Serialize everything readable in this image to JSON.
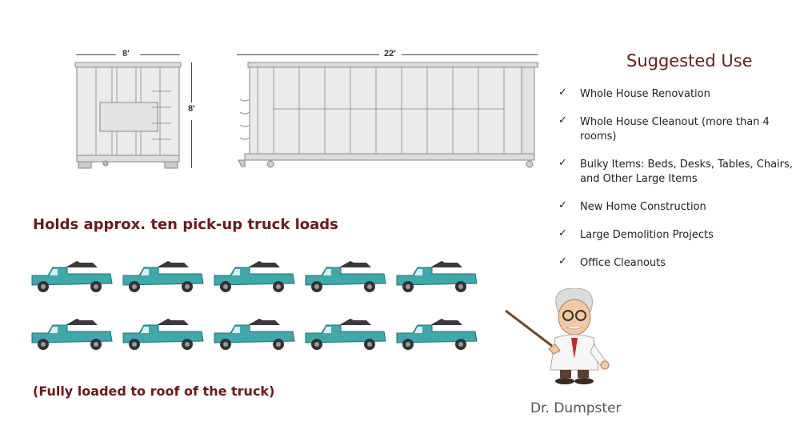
{
  "dimensions": {
    "width": "8'",
    "length": "22'",
    "height": "8'"
  },
  "capacity": {
    "headline": "Holds approx. ten pick-up truck loads",
    "note": "(Fully loaded to roof of the truck)",
    "truck_count": 10
  },
  "suggested_use": {
    "title": "Suggested Use",
    "items": [
      "Whole House Renovation",
      "Whole House Cleanout (more than 4 rooms)",
      "Bulky Items: Beds, Desks, Tables, Chairs, and Other Large Items",
      "New Home Construction",
      "Large Demolition Projects",
      "Office Cleanouts"
    ]
  },
  "mascot": {
    "caption": "Dr. Dumpster"
  },
  "icons": {
    "check": "✓"
  },
  "colors": {
    "accent": "#6b1a1a",
    "truck": "#3fa8ab"
  }
}
